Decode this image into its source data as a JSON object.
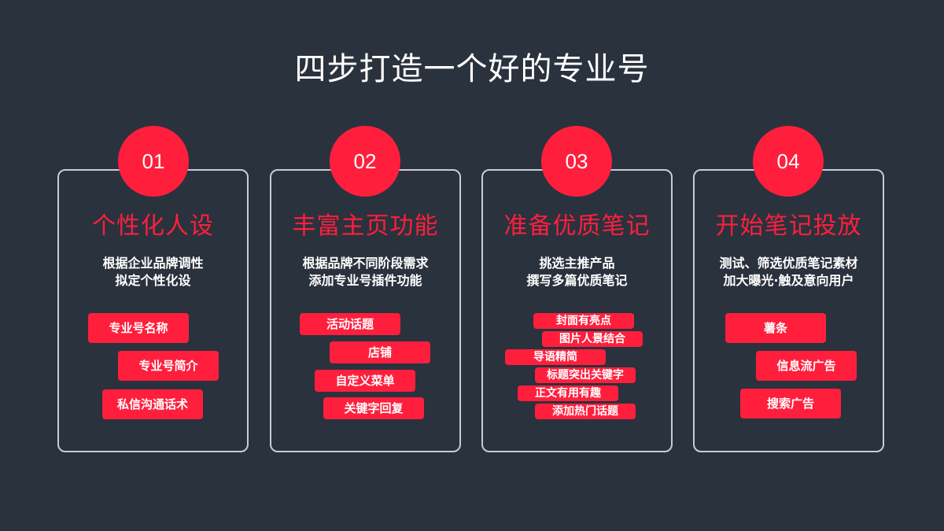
{
  "title": "四步打造一个好的专业号",
  "colors": {
    "background": "#2a323d",
    "accent": "#ff1f3d",
    "card_border": "#c9ccd2",
    "text": "#ffffff"
  },
  "steps": [
    {
      "number": "01",
      "heading": "个性化人设",
      "desc": [
        "根据企业品牌调性",
        "拟定个性化设"
      ],
      "tags": [
        "专业号名称",
        "专业号简介",
        "私信沟通话术"
      ]
    },
    {
      "number": "02",
      "heading": "丰富主页功能",
      "desc": [
        "根据品牌不同阶段需求",
        "添加专业号插件功能"
      ],
      "tags": [
        "活动话题",
        "店铺",
        "自定义菜单",
        "关键字回复"
      ]
    },
    {
      "number": "03",
      "heading": "准备优质笔记",
      "desc": [
        "挑选主推产品",
        "撰写多篇优质笔记"
      ],
      "tags": [
        "封面有亮点",
        "图片人景结合",
        "导语精简",
        "标题突出关键字",
        "正文有用有趣",
        "添加热门话题"
      ]
    },
    {
      "number": "04",
      "heading": "开始笔记投放",
      "desc": [
        "测试、筛选优质笔记素材",
        "加大曝光·触及意向用户"
      ],
      "tags": [
        "薯条",
        "信息流广告",
        "搜索广告"
      ]
    }
  ]
}
